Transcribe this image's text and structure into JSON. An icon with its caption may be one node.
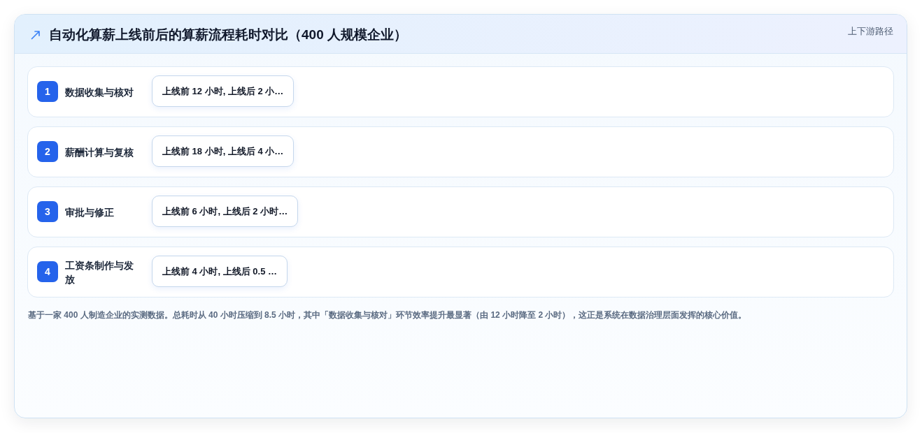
{
  "diagram": {
    "nodes": [
      {
        "text": [
          "自动化算薪上线前后的算薪流程耗时对比（400 人规模企业）",
          "上下游路径",
          "基于一家 400 人制造企业的实测数据。总耗时从 40 小时压缩到 8.5 小时，其中「数据收集与核对」环节效率提升最显著（由 12 小时降至 2 小时），这正是系统在数据治理层面发挥的核心价值。"
        ]
      },
      {
        "text": [
          "数据收集与核对"
        ],
        "in": 0
      },
      {
        "text": [
          "1"
        ],
        "in": 1
      },
      {
        "text": [
          "上线前 12 小时, 上线后 2 小…"
        ],
        "in": 1
      },
      {
        "text": [
          "薪酬计算与复核"
        ],
        "in": 0
      },
      {
        "text": [
          "2"
        ],
        "in": 4
      },
      {
        "text": [
          "上线前 18 小时, 上线后 4 小…"
        ],
        "in": 4
      },
      {
        "text": [
          "审批与修正"
        ],
        "in": 0
      },
      {
        "text": [
          "3"
        ],
        "in": 7
      },
      {
        "text": [
          "上线前 6 小时, 上线后 2 小时…"
        ],
        "in": 7
      },
      {
        "text": [
          "工资条制作与发放"
        ],
        "in": 0
      },
      {
        "text": [
          "4"
        ],
        "in": 10
      },
      {
        "text": [
          "上线前 4 小时, 上线后 0.5 …"
        ],
        "in": 10
      }
    ]
  }
}
